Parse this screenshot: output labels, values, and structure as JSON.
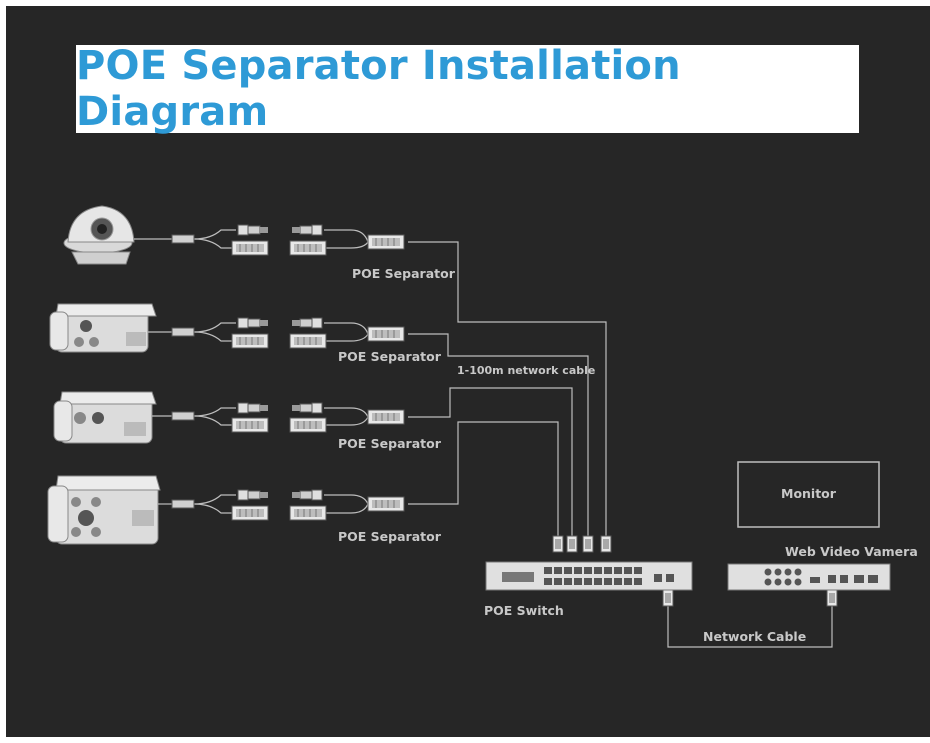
{
  "title": "POE Separator Installation Diagram",
  "colors": {
    "background": "#262626",
    "title_text": "#2e9ad6",
    "title_box": "#ffffff",
    "line": "#bdbdbd",
    "label": "#c8c8c8"
  },
  "labels": {
    "separator_1": "POE Separator",
    "separator_2": "POE Separator",
    "separator_3": "POE Separator",
    "separator_4": "POE Separator",
    "network_cable_length": "1-100m network cable",
    "poe_switch": "POE Switch",
    "monitor": "Monitor",
    "web_video_camera": "Web Video Vamera",
    "network_cable": "Network Cable"
  },
  "devices": {
    "cameras": [
      "dome-camera",
      "bullet-camera",
      "bullet-camera",
      "bullet-camera"
    ]
  }
}
